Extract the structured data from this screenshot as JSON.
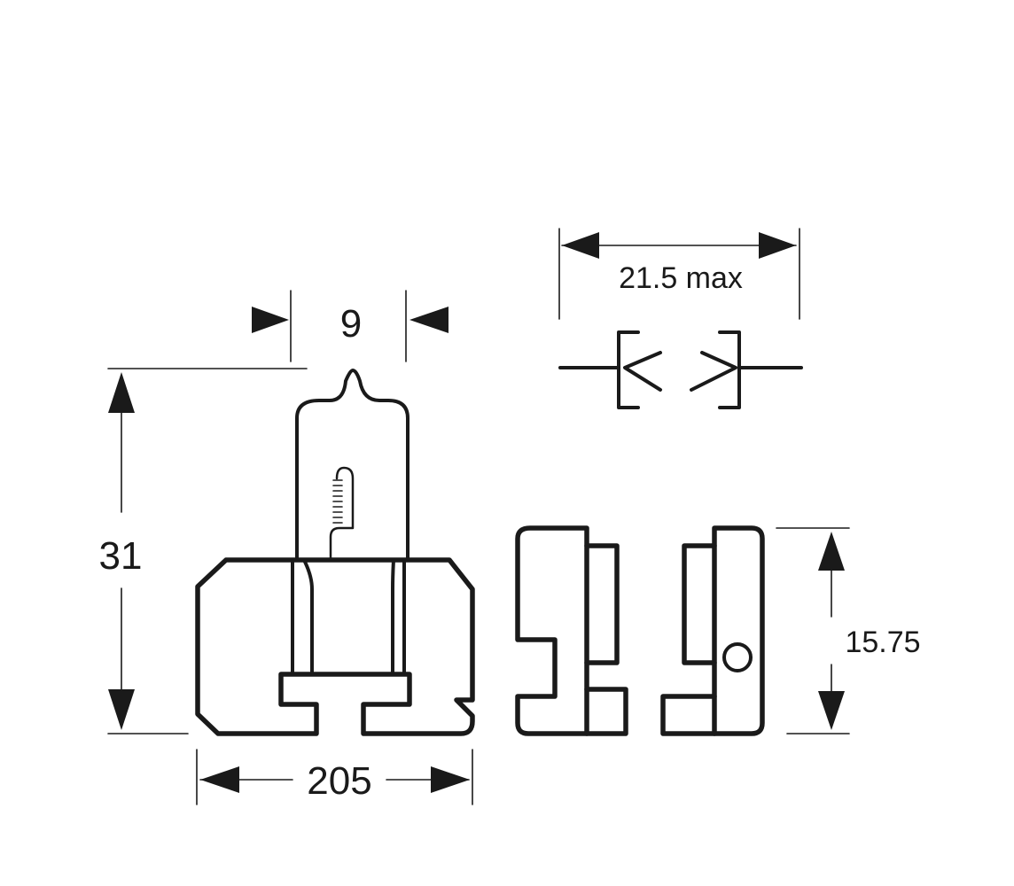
{
  "dimensions": {
    "bulb_top_width": "9",
    "overall_height": "31",
    "base_width": "205",
    "pin_span": "21.5 max",
    "side_height": "15.75"
  }
}
